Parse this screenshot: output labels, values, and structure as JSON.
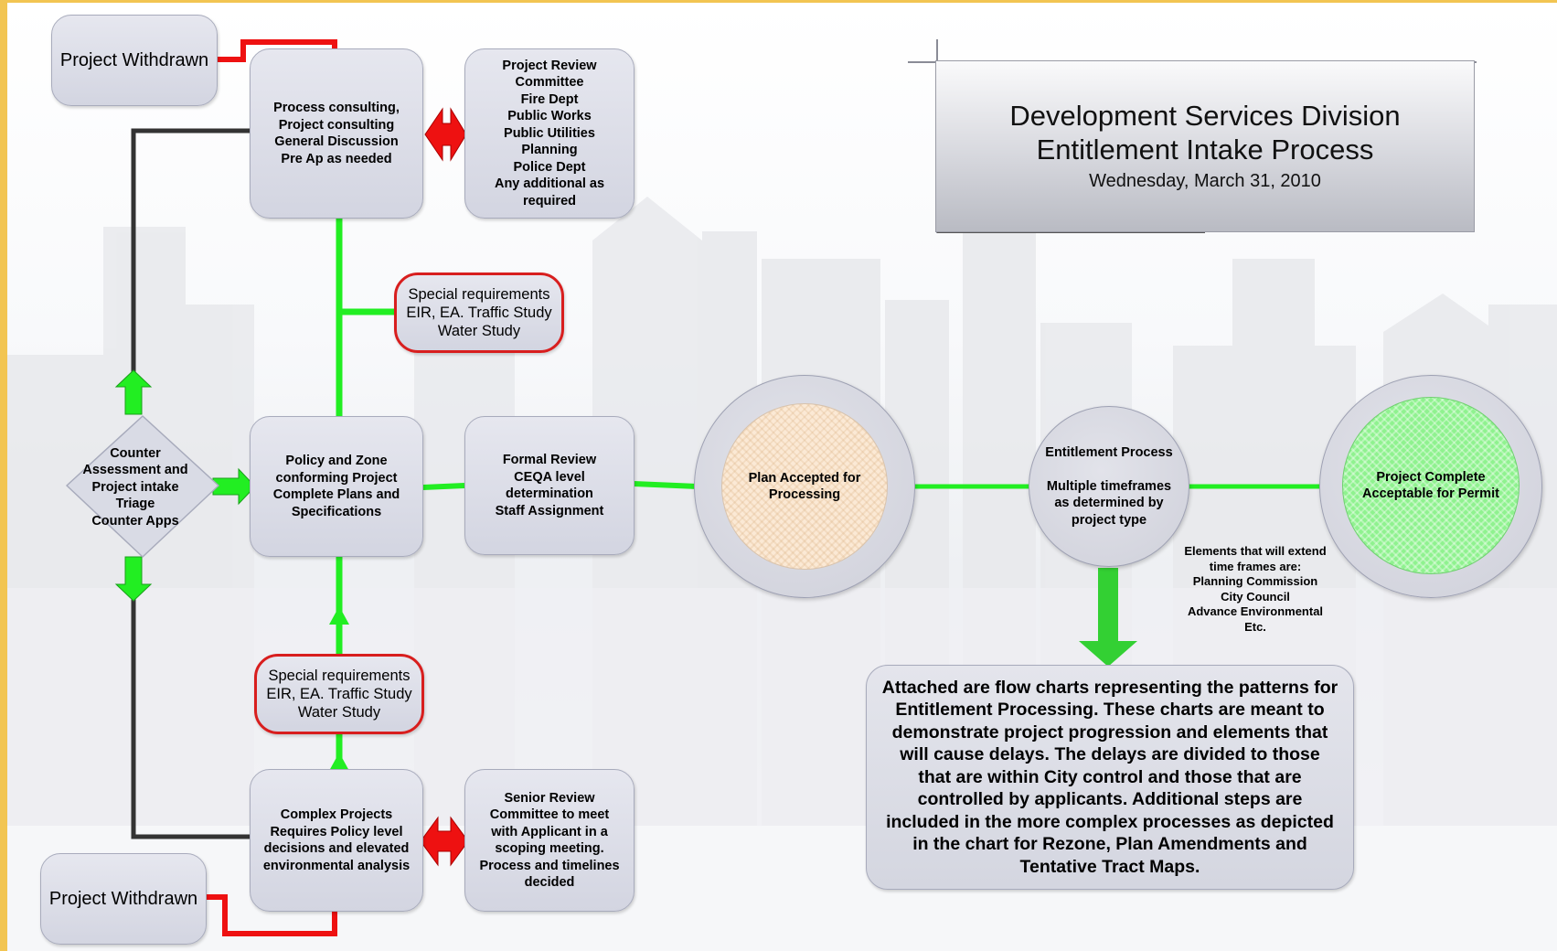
{
  "title": {
    "line1": "Development Services Division",
    "line2": "Entitlement Intake Process",
    "date": "Wednesday, March 31, 2010"
  },
  "nodes": {
    "withdrawn_top": "Project Withdrawn",
    "withdrawn_bottom": "Project Withdrawn",
    "process_consulting": [
      "Process consulting,",
      "Project consulting",
      "General Discussion",
      "Pre Ap as needed"
    ],
    "review_committee": [
      "Project Review",
      "Committee",
      "Fire Dept",
      "Public Works",
      "Public Utilities",
      "Planning",
      "Police Dept",
      "Any additional as",
      "required"
    ],
    "special_top": [
      "Special requirements",
      "EIR, EA. Traffic Study",
      "Water Study"
    ],
    "counter": [
      "Counter",
      "Assessment and",
      "Project intake",
      "Triage",
      "Counter Apps"
    ],
    "policy_zone": [
      "Policy and Zone",
      "conforming Project",
      "Complete Plans and",
      "Specifications"
    ],
    "formal_review": [
      "Formal Review",
      "CEQA level",
      "determination",
      "Staff Assignment"
    ],
    "plan_accepted": [
      "Plan Accepted for",
      "Processing"
    ],
    "entitlement": [
      "Entitlement Process",
      "",
      "Multiple timeframes",
      "as determined by",
      "project type"
    ],
    "project_complete": [
      "Project Complete",
      "Acceptable for Permit"
    ],
    "special_bottom": [
      "Special requirements",
      "EIR, EA. Traffic Study",
      "Water Study"
    ],
    "complex_projects": [
      "Complex Projects",
      "Requires Policy level",
      "decisions and elevated",
      "environmental analysis"
    ],
    "senior_review": [
      "Senior  Review",
      "Committee to meet",
      "with Applicant in a",
      "scoping meeting.",
      "Process and timelines",
      "decided"
    ]
  },
  "notes": {
    "extend_timeframes": [
      "Elements that will extend",
      "time frames are:",
      "Planning Commission",
      "City Council",
      "Advance Environmental",
      "Etc."
    ],
    "attached": [
      "Attached are flow charts representing the patterns for",
      "Entitlement Processing.   These charts are meant to",
      "demonstrate project progression and elements that",
      "will cause delays.  The delays are divided to those",
      "that are within City control and those that are",
      "controlled by applicants.  Additional steps are",
      "included in the more complex processes as depicted",
      "in the chart for Rezone, Plan Amendments and",
      "Tentative Tract Maps."
    ]
  },
  "colors": {
    "flow_green": "#22ee22",
    "withdraw_red": "#ee1111",
    "return_dark": "#333333",
    "special_border": "#d81e1e",
    "background_frame": "#f2c552"
  }
}
